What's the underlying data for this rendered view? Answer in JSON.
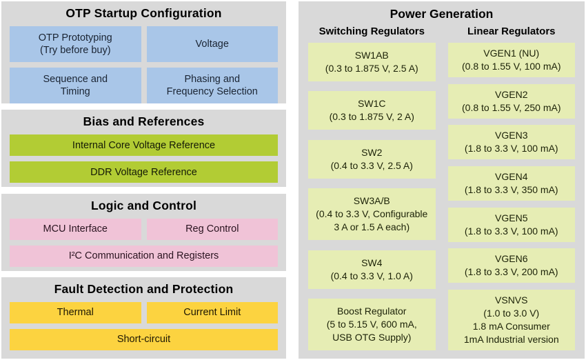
{
  "palette": {
    "panel_bg": "#d9d9d9",
    "blue": "#a9c6e8",
    "green": "#b2cc34",
    "pink": "#f0c3d7",
    "yellow": "#fcd340",
    "pale": "#e6edb4",
    "page_bg": "#ffffff"
  },
  "left": {
    "otp": {
      "title": "OTP Startup Configuration",
      "boxes": [
        "OTP Prototyping\n(Try before buy)",
        "Voltage",
        "Sequence and\nTiming",
        "Phasing and\nFrequency Selection"
      ]
    },
    "bias": {
      "title": "Bias and References",
      "boxes": [
        "Internal Core Voltage Reference",
        "DDR Voltage Reference"
      ]
    },
    "logic": {
      "title": "Logic and Control",
      "boxes": [
        "MCU Interface",
        "Reg Control",
        "I²C Communication and Registers"
      ]
    },
    "fault": {
      "title": "Fault Detection and Protection",
      "boxes": [
        "Thermal",
        "Current Limit",
        "Short-circuit"
      ]
    }
  },
  "right": {
    "title": "Power Generation",
    "switching": {
      "header": "Switching Regulators",
      "boxes": [
        {
          "name": "SW1AB",
          "spec": "(0.3 to 1.875 V, 2.5 A)"
        },
        {
          "name": "SW1C",
          "spec": "(0.3 to 1.875 V, 2 A)"
        },
        {
          "name": "SW2",
          "spec": "(0.4 to 3.3 V, 2.5 A)"
        },
        {
          "name": "SW3A/B",
          "spec": "(0.4 to 3.3 V, Configurable\n3 A or 1.5 A each)"
        },
        {
          "name": "SW4",
          "spec": "(0.4 to 3.3 V, 1.0 A)"
        },
        {
          "name": "Boost Regulator",
          "spec": "(5 to 5.15 V, 600 mA,\nUSB OTG Supply)"
        }
      ]
    },
    "linear": {
      "header": "Linear Regulators",
      "boxes": [
        {
          "name": "VGEN1 (NU)",
          "spec": "(0.8 to 1.55 V, 100 mA)"
        },
        {
          "name": "VGEN2",
          "spec": "(0.8 to 1.55 V, 250 mA)"
        },
        {
          "name": "VGEN3",
          "spec": "(1.8 to 3.3 V, 100 mA)"
        },
        {
          "name": "VGEN4",
          "spec": "(1.8 to 3.3 V, 350 mA)"
        },
        {
          "name": "VGEN5",
          "spec": "(1.8 to 3.3 V, 100 mA)"
        },
        {
          "name": "VGEN6",
          "spec": "(1.8 to 3.3 V, 200 mA)"
        },
        {
          "name": "VSNVS",
          "spec": "(1.0 to 3.0 V)\n1.8 mA Consumer\n1mA Industrial version"
        }
      ]
    }
  }
}
